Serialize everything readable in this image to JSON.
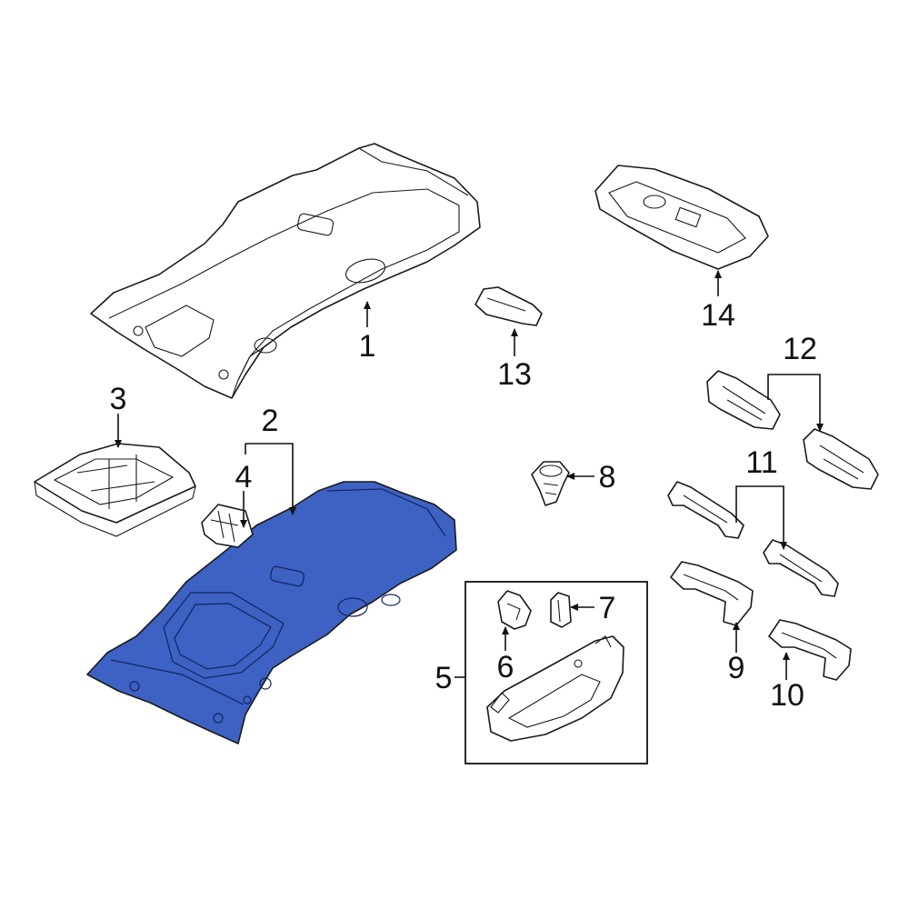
{
  "colors": {
    "highlight_part": "#3d62c4",
    "line": "#1a1a1a",
    "background": "#ffffff"
  },
  "callouts": {
    "c1": "1",
    "c2": "2",
    "c3": "3",
    "c4": "4",
    "c5": "5",
    "c6": "6",
    "c7": "7",
    "c8": "8",
    "c9": "9",
    "c10": "10",
    "c11": "11",
    "c12": "12",
    "c13": "13",
    "c14": "14"
  },
  "highlighted_callout": "2"
}
